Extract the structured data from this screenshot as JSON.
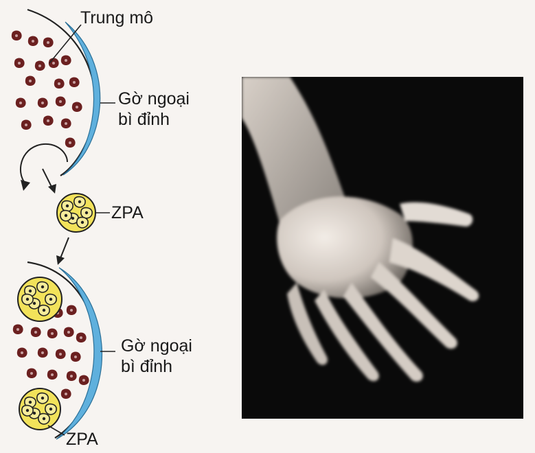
{
  "labels": {
    "mesoderm": "Trung mô",
    "ridge_top_line1": "Gờ ngoại",
    "ridge_top_line2": "bì đỉnh",
    "zpa_middle": "ZPA",
    "ridge_bottom_line1": "Gờ ngoại",
    "ridge_bottom_line2": "bì đỉnh",
    "zpa_bottom": "ZPA"
  },
  "colors": {
    "ridge": "#5fb0dd",
    "cell": "#6b2020",
    "zpa_fill": "#f2e25a",
    "photo_bg": "#0a0a0a",
    "hand": "#e4dcd4",
    "page_bg": "#f7f4f1"
  },
  "photo": {
    "subject": "hand-with-extra-digit"
  }
}
